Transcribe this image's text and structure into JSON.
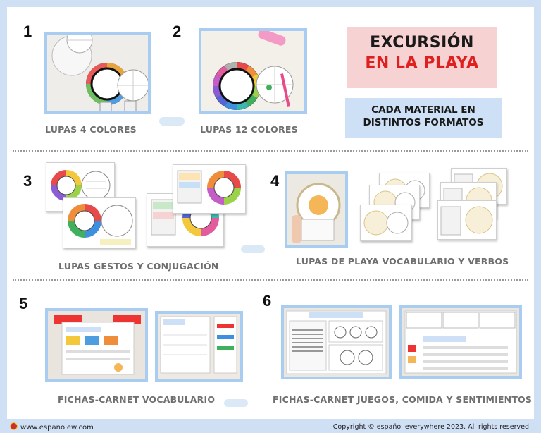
{
  "title": {
    "line1": "EXCURSIÓN",
    "line2": "EN LA PLAYA"
  },
  "subtitle": {
    "line1": "CADA MATERIAL EN",
    "line2": "DISTINTOS FORMATOS"
  },
  "sections": [
    {
      "number": "1",
      "caption": "LUPAS 4 COLORES"
    },
    {
      "number": "2",
      "caption": "LUPAS 12 COLORES"
    },
    {
      "number": "3",
      "caption": "LUPAS GESTOS Y CONJUGACIÓN"
    },
    {
      "number": "4",
      "caption": "LUPAS DE PLAYA VOCABULARIO Y VERBOS"
    },
    {
      "number": "5",
      "caption": "FICHAS-CARNET VOCABULARIO"
    },
    {
      "number": "6",
      "caption": "FICHAS-CARNET JUEGOS, COMIDA Y SENTIMIENTOS"
    }
  ],
  "footer": {
    "website": "www.espanolew.com",
    "copyright": "Copyright © español everywhere 2023. All rights reserved."
  },
  "colors": {
    "background": "#cfe0f5",
    "title_box": "#f7d2d2",
    "title_accent": "#e01f1f",
    "subtitle_box": "#cde0f6",
    "photo_border": "#a9cdf0"
  }
}
